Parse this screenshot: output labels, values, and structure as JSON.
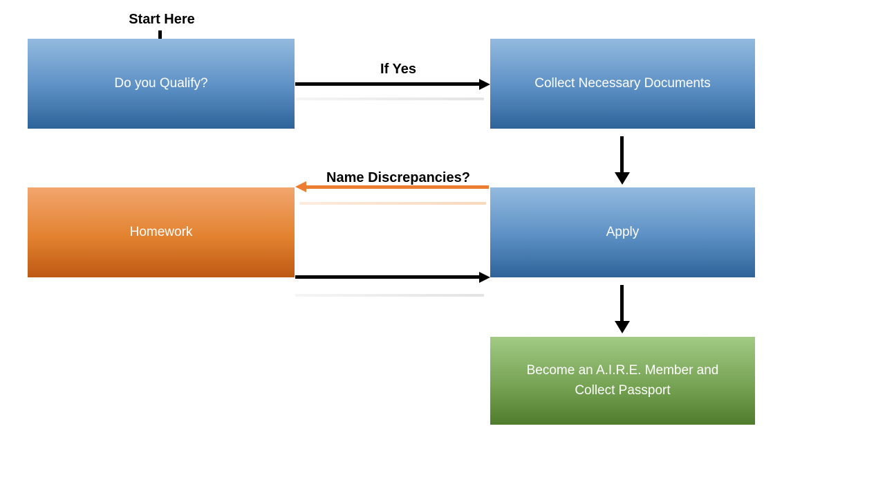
{
  "diagram": {
    "type": "flowchart",
    "background": "#ffffff",
    "nodes": [
      {
        "id": "qualify",
        "label": "Do you Qualify?",
        "fill_top": "#93BADF",
        "fill_bottom": "#2E6399",
        "text_color": "#FFFFFF"
      },
      {
        "id": "collect-documents",
        "label": "Collect Necessary Documents",
        "fill_top": "#93BADF",
        "fill_bottom": "#2E6399",
        "text_color": "#FFFFFF"
      },
      {
        "id": "homework",
        "label": "Homework",
        "fill_top": "#F2A56E",
        "fill_bottom": "#BE5913",
        "text_color": "#FFFFFF"
      },
      {
        "id": "apply",
        "label": "Apply",
        "fill_top": "#93BADF",
        "fill_bottom": "#2E6399",
        "text_color": "#FFFFFF"
      },
      {
        "id": "member",
        "label": "Become an A.I.R.E. Member and Collect Passport",
        "fill_top": "#A1CA83",
        "fill_bottom": "#4F7C2D",
        "text_color": "#FFFFFF"
      }
    ],
    "edges": [
      {
        "from": "start",
        "to": "qualify",
        "label": "Start Here",
        "color": "#000000",
        "direction": "down"
      },
      {
        "from": "qualify",
        "to": "collect-documents",
        "label": "If Yes",
        "color": "#000000",
        "direction": "right"
      },
      {
        "from": "collect-documents",
        "to": "apply",
        "label": "",
        "color": "#000000",
        "direction": "down"
      },
      {
        "from": "apply",
        "to": "homework",
        "label": "Name Discrepancies?",
        "color": "#ED7D31",
        "direction": "left"
      },
      {
        "from": "homework",
        "to": "apply",
        "label": "",
        "color": "#000000",
        "direction": "right"
      },
      {
        "from": "apply",
        "to": "member",
        "label": "",
        "color": "#000000",
        "direction": "down"
      }
    ],
    "label_text_color": "#000000"
  }
}
